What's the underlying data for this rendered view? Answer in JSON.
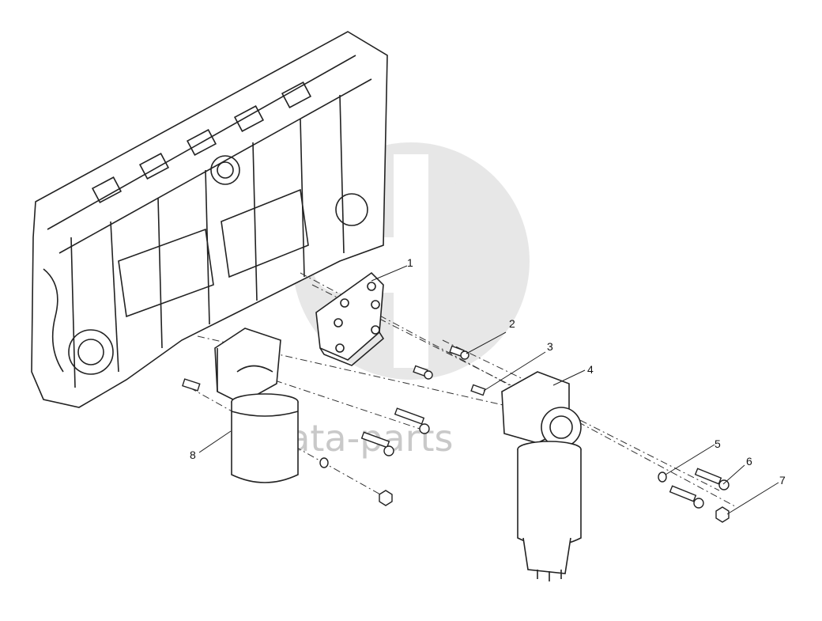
{
  "watermark": {
    "text": "data-parts"
  },
  "callouts": [
    {
      "label": "1",
      "part": "mounting-plate"
    },
    {
      "label": "2",
      "part": "bolt"
    },
    {
      "label": "3",
      "part": "stud"
    },
    {
      "label": "4",
      "part": "fuel-filter-water-separator"
    },
    {
      "label": "5",
      "part": "washer"
    },
    {
      "label": "6",
      "part": "bolt"
    },
    {
      "label": "7",
      "part": "nut"
    },
    {
      "label": "8",
      "part": "fuel-filter"
    }
  ]
}
